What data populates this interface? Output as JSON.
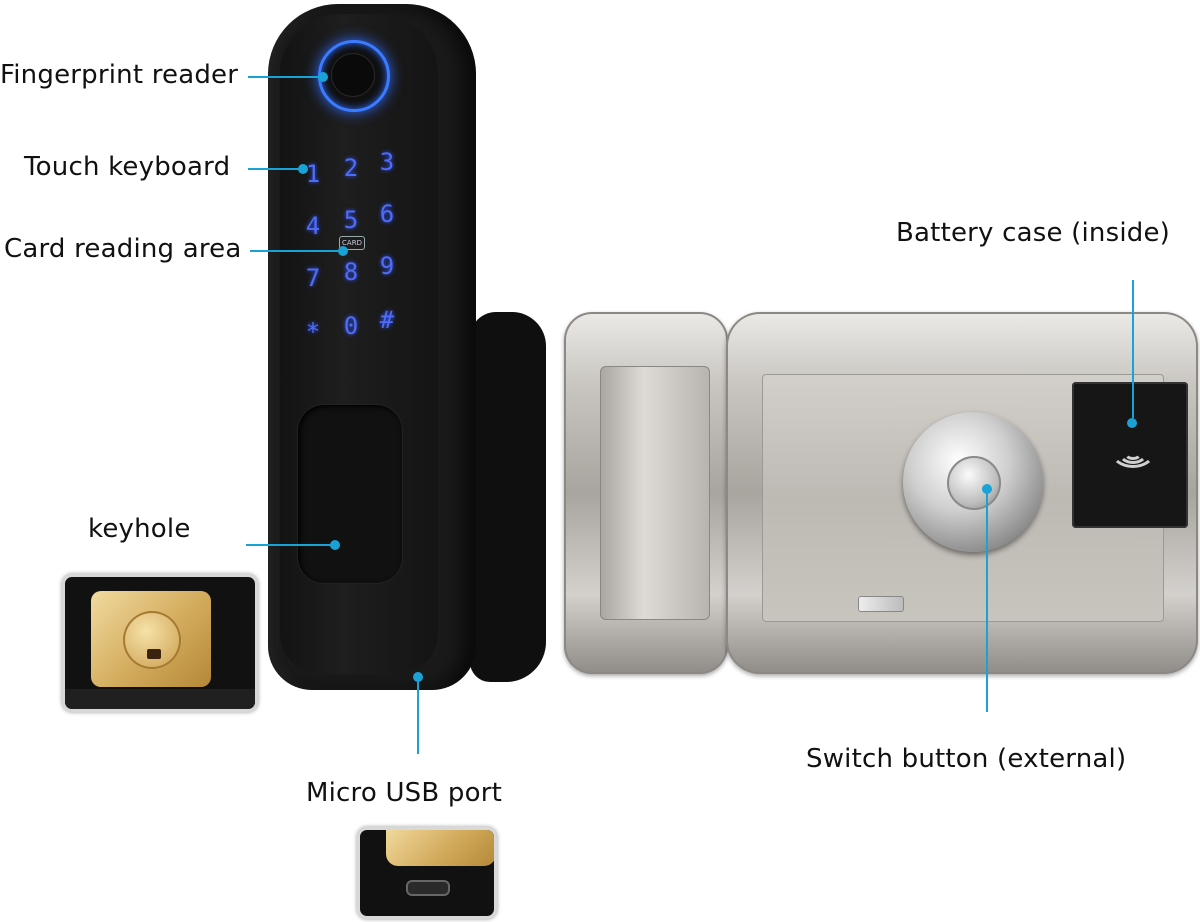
{
  "labels": {
    "fingerprint": "Fingerprint reader",
    "touch_keyboard": "Touch keyboard",
    "card_area": "Card reading area",
    "keyhole": "keyhole",
    "micro_usb": "Micro USB port",
    "battery": "Battery case (inside)",
    "switch": "Switch button (external)"
  },
  "keypad": {
    "keys": [
      "1",
      "2",
      "3",
      "4",
      "5",
      "6",
      "7",
      "8",
      "9",
      "*",
      "0",
      "#"
    ],
    "card_tag": "CARD"
  },
  "colors": {
    "callout": "#1aa1d6",
    "key_glow": "#4f6cf5",
    "handle": "#1a1a1a",
    "steel": "#c9c6c1"
  }
}
